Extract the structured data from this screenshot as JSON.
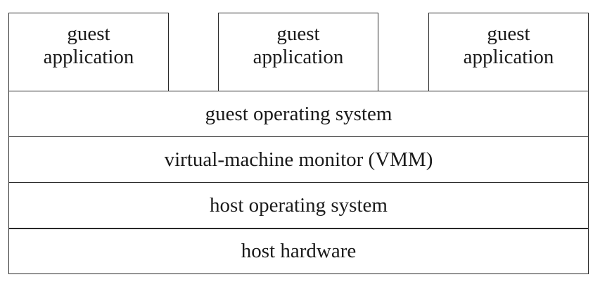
{
  "guest_applications": [
    {
      "line1": "guest",
      "line2": "application"
    },
    {
      "line1": "guest",
      "line2": "application"
    },
    {
      "line1": "guest",
      "line2": "application"
    }
  ],
  "layers": {
    "guest_os": "guest operating system",
    "vmm": "virtual-machine monitor (VMM)",
    "host_os": "host operating system",
    "host_hardware": "host hardware"
  }
}
